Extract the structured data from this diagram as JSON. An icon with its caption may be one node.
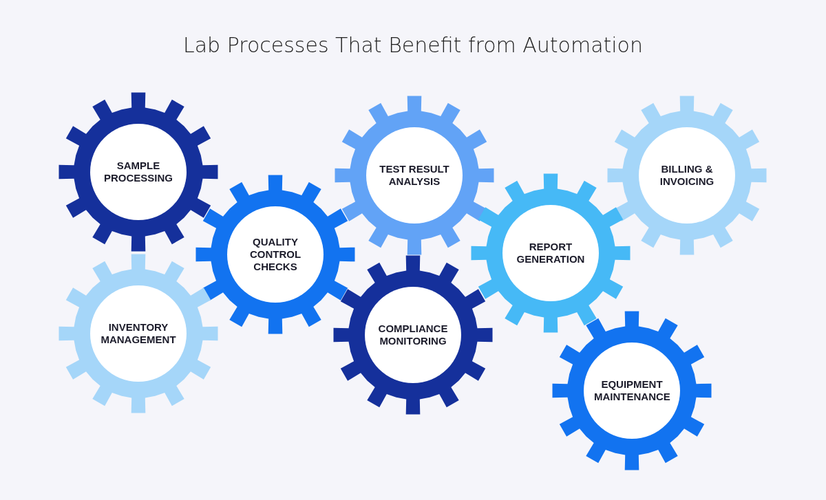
{
  "diagram": {
    "title": "Lab Processes That Benefit from Automation",
    "nodes": [
      {
        "text": [
          "SAMPLE PROCESSING"
        ]
      },
      {
        "text": [
          "TEST RESULT ANALYSIS"
        ]
      },
      {
        "text": [
          "BILLING & INVOICING"
        ]
      },
      {
        "text": [
          "QUALITY CONTROL CHECKS"
        ]
      },
      {
        "text": [
          "REPORT GENERATION"
        ]
      },
      {
        "text": [
          "INVENTORY MANAGEMENT"
        ]
      },
      {
        "text": [
          "COMPLIANCE MONITORING"
        ]
      },
      {
        "text": [
          "EQUIPMENT MAINTENANCE"
        ]
      }
    ]
  }
}
